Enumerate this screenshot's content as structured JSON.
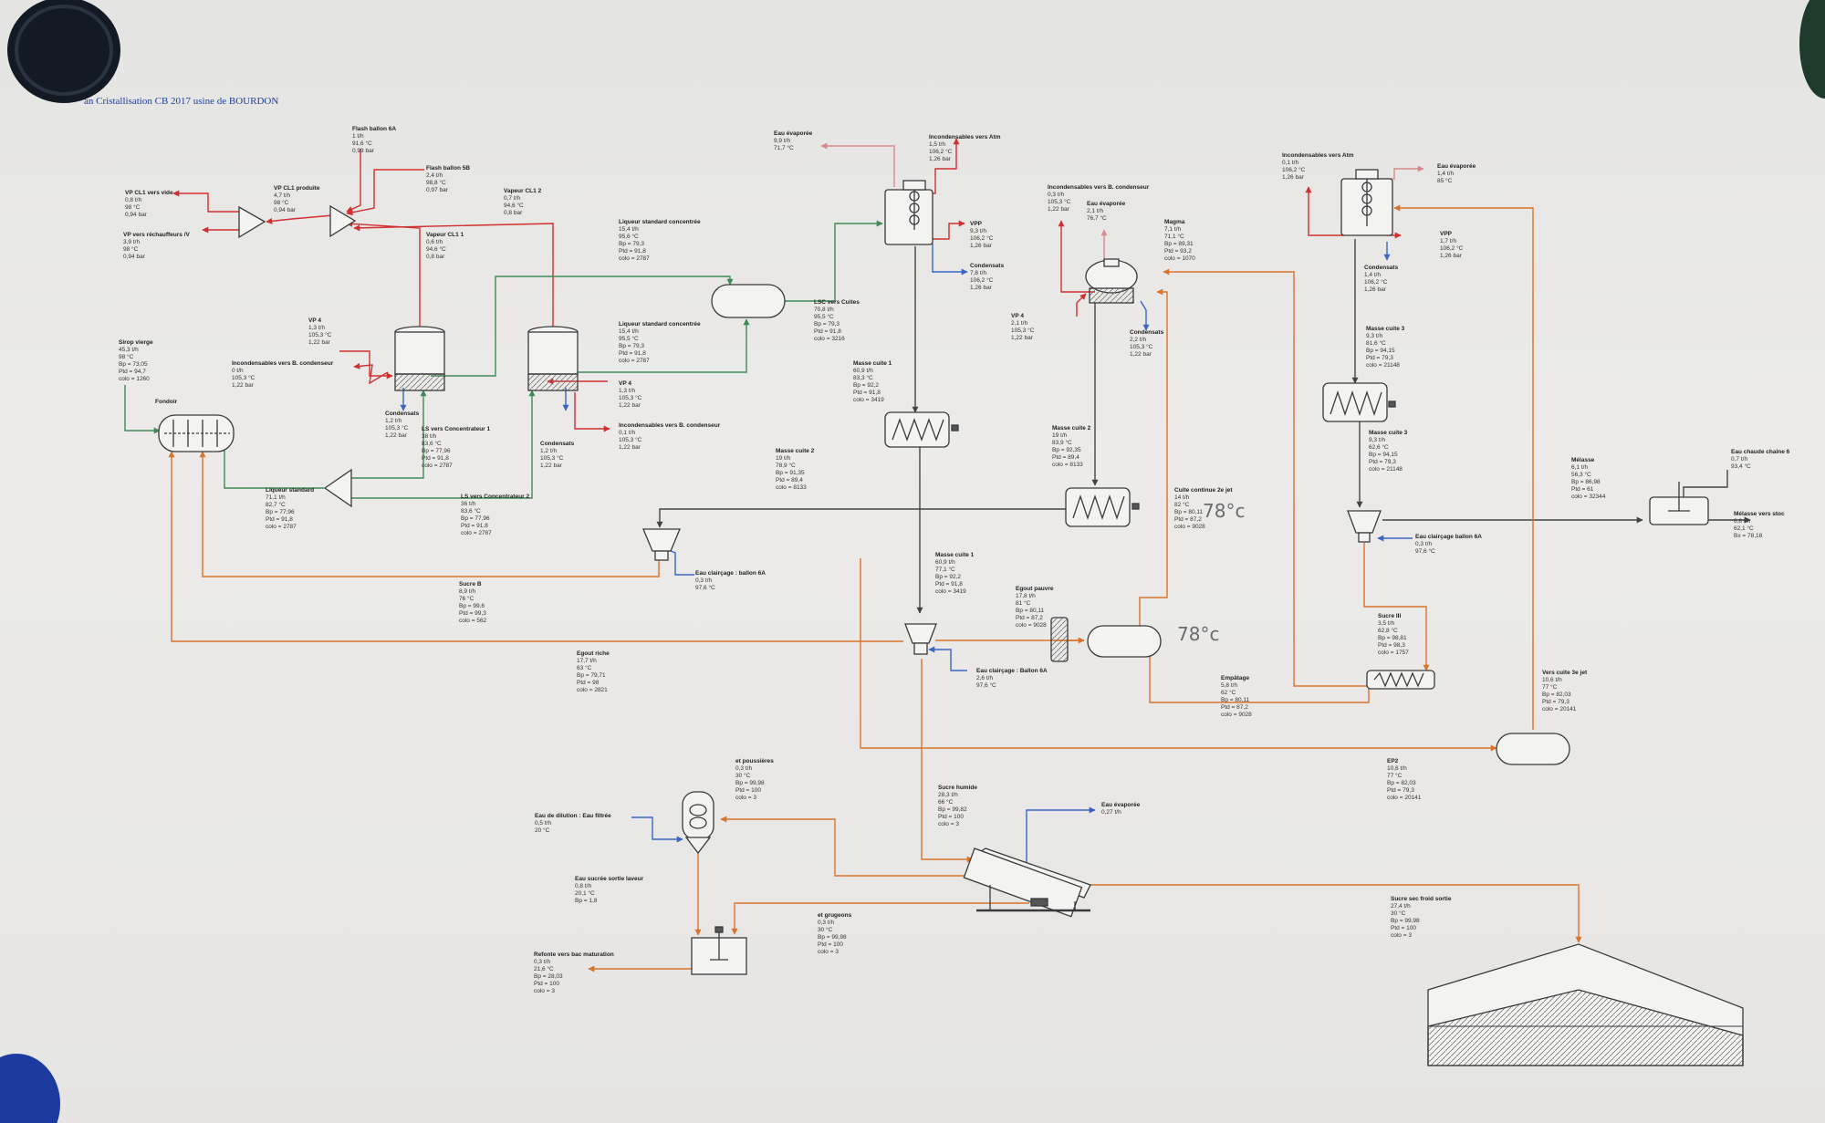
{
  "title": "an Cristallisation CB 2017 usine de BOURDON",
  "handwritten": [
    "78°c",
    "78°c"
  ],
  "colors": {
    "steam_red": "#d03030",
    "water_blue": "#3a66c4",
    "product_green": "#3f8a57",
    "syrup_orange": "#d9742c",
    "equipment": "#3a3a3a",
    "paper": "#ecebe9"
  },
  "labels": {
    "flash_6a": [
      "Flash ballon 6A",
      "1 t/h",
      "91,6 °C",
      "0,93 bar"
    ],
    "flash_5b": [
      "Flash ballon 5B",
      "2,4 t/h",
      "98,8 °C",
      "0,97 bar"
    ],
    "vp_cl1_vide": [
      "VP CL1 vers vide",
      "0,8 t/h",
      "98 °C",
      "0,94 bar"
    ],
    "vp_cl1_prod": [
      "VP CL1 produite",
      "4,7 t/h",
      "98 °C",
      "0,94 bar"
    ],
    "vp_rechauffeurs": [
      "VP vers réchauffeurs /V",
      "3,9 t/h",
      "98 °C",
      "0,94 bar"
    ],
    "vapeur_cl1_2": [
      "Vapeur CL1 2",
      "0,7 t/h",
      "94,6 °C",
      "0,8 bar"
    ],
    "vapeur_cl1_1": [
      "Vapeur CL1 1",
      "0,6 t/h",
      "94,6 °C",
      "0,8 bar"
    ],
    "liq_conc_1": [
      "Liqueur standard concentrée",
      "15,4 t/h",
      "95,6 °C",
      "Bp = 79,3",
      "Ptd = 91,8",
      "colo = 2787"
    ],
    "liq_conc_2": [
      "Liqueur standard concentrée",
      "15,4 t/h",
      "95,5 °C",
      "Bp = 79,3",
      "Ptd = 91,8",
      "colo = 2787"
    ],
    "vp4_left": [
      "VP 4",
      "1,3 t/h",
      "105,3 °C",
      "1,22 bar"
    ],
    "incond_left": [
      "Incondensables vers B. condenseur",
      "0 t/h",
      "105,3 °C",
      "1,22 bar"
    ],
    "sirop_vierge": [
      "Sirop vierge",
      "45,3 t/h",
      "98 °C",
      "Bp = 73,05",
      "Ptd = 94,7",
      "colo = 1260"
    ],
    "fondoir": [
      "Fondoir"
    ],
    "condensats_1": [
      "Condensats",
      "1,2 t/h",
      "105,3 °C",
      "1,22 bar"
    ],
    "ls_conc_1": [
      "LS vers Concentrateur 1",
      "38 t/h",
      "83,6 °C",
      "Bp = 77,96",
      "Ptd = 91,8",
      "colo = 2787"
    ],
    "condensats_2": [
      "Condensats",
      "1,2 t/h",
      "105,3 °C",
      "1,22 bar"
    ],
    "vp4_mid": [
      "VP 4",
      "1,3 t/h",
      "105,3 °C",
      "1,22 bar"
    ],
    "incond_mid": [
      "Incondensables vers B. condenseur",
      "0,1 t/h",
      "105,3 °C",
      "1,22 bar"
    ],
    "liqueur_std": [
      "Liqueur standard",
      "71,1 t/h",
      "82,7 °C",
      "Bp = 77,96",
      "Ptd = 91,8",
      "colo = 2787"
    ],
    "ls_conc_2": [
      "LS vers Concentrateur 2",
      "36 t/h",
      "83,6 °C",
      "Bp = 77,96",
      "Ptd = 91,8",
      "colo = 2787"
    ],
    "eau_evap_top": [
      "Eau évaporée",
      "9,9 t/h",
      "71,7 °C"
    ],
    "incond_atm": [
      "Incondensables vers Atm",
      "1,5 t/h",
      "106,2 °C",
      "1,26 bar"
    ],
    "vpp_1": [
      "VPP",
      "9,3 t/h",
      "106,2 °C",
      "1,26 bar"
    ],
    "condensats_3": [
      "Condensats",
      "7,8 t/h",
      "106,2 °C",
      "1,26 bar"
    ],
    "lsc_cuites": [
      "LSC vers Cuites",
      "70,8 t/h",
      "95,5 °C",
      "Bp = 79,3",
      "Ptd = 91,8",
      "colo = 3216"
    ],
    "masse_cuite_1a": [
      "Masse cuite 1",
      "60,9 t/h",
      "83,3 °C",
      "Bp = 92,2",
      "Ptd = 91,8",
      "colo = 3419"
    ],
    "masse_cuite_2a": [
      "Masse cuite 2",
      "19 t/h",
      "78,9 °C",
      "Bp = 91,35",
      "Ptd = 89,4",
      "colo = 8133"
    ],
    "incond_cond_r": [
      "Incondensables vers B. condenseur",
      "0,3 t/h",
      "105,3 °C",
      "1,22 bar"
    ],
    "eau_evap_r": [
      "Eau évaporée",
      "2,1 t/h",
      "76,7 °C"
    ],
    "magma": [
      "Magma",
      "7,1 t/h",
      "71,1 °C",
      "Bp = 89,31",
      "Ptd = 93,2",
      "colo = 1070"
    ],
    "vp4_right": [
      "VP 4",
      "2,1 t/h",
      "105,3 °C",
      "1,22 bar"
    ],
    "condensats_4": [
      "Condensats",
      "2,2 t/h",
      "105,3 °C",
      "1,22 bar"
    ],
    "masse_cuite_2b": [
      "Masse cuite 2",
      "19 t/h",
      "83,9 °C",
      "Bp = 92,35",
      "Ptd = 89,4",
      "colo = 8133"
    ],
    "incond_atm_r": [
      "Incondensables vers Atm",
      "0,1 t/h",
      "106,2 °C",
      "1,26 bar"
    ],
    "eau_evap_rr": [
      "Eau évaporée",
      "1,4 t/h",
      "85 °C"
    ],
    "condensats_5": [
      "Condensats",
      "1,4 t/h",
      "106,2 °C",
      "1,26 bar"
    ],
    "vpp_2": [
      "VPP",
      "1,7 t/h",
      "106,2 °C",
      "1,26 bar"
    ],
    "masse_cuite_3a": [
      "Masse cuite 3",
      "9,3 t/h",
      "81,6 °C",
      "Bp = 94,15",
      "Ptd = 79,3",
      "colo = 21148"
    ],
    "masse_cuite_3b": [
      "Masse cuite 3",
      "9,3 t/h",
      "62,6 °C",
      "Bp = 94,15",
      "Ptd = 79,3",
      "colo = 21148"
    ],
    "melasse": [
      "Mélasse",
      "6,1 t/h",
      "56,3 °C",
      "Bp = 86,98",
      "Ptd = 61",
      "colo = 32344"
    ],
    "eau_chaude": [
      "Eau chaude chaîne 6",
      "0,7 t/h",
      "93,4 °C"
    ],
    "melasse_stock": [
      "Mélasse vers stoc",
      "6,8 t/h",
      "62,1 °C",
      "Bx = 78,18"
    ],
    "eau_clairage_6a_l": [
      "Eau clairçage : ballon 6A",
      "0,3 t/h",
      "97,6 °C"
    ],
    "eau_clairage_6a_r": [
      "Eau clairçage ballon 6A",
      "0,3 t/h",
      "97,6 °C"
    ],
    "sucre_b": [
      "Sucre B",
      "8,9 t/h",
      "76 °C",
      "Bp = 99,6",
      "Ptd = 99,3",
      "colo = 562"
    ],
    "masse_cuite_1b": [
      "Masse cuite 1",
      "60,9 t/h",
      "77,1 °C",
      "Bp = 92,2",
      "Ptd = 91,8",
      "colo = 3419"
    ],
    "egout_pauvre": [
      "Egout pauvre",
      "17,8 t/h",
      "81 °C",
      "Bp = 80,11",
      "Ptd = 87,2",
      "colo = 9028"
    ],
    "cuite_continue": [
      "Cuite continue 2e jet",
      "14 t/h",
      "82 °C",
      "Bp = 80,11",
      "Ptd = 87,2",
      "colo = 9028"
    ],
    "egout_riche": [
      "Egout riche",
      "17,7 t/h",
      "63 °C",
      "Bp = 79,71",
      "Ptd = 98",
      "colo = 2821"
    ],
    "eau_clairage_6a_c": [
      "Eau clairçage : Ballon 6A",
      "2,6 t/h",
      "97,6 °C"
    ],
    "sucre_iii": [
      "Sucre III",
      "3,5 t/h",
      "62,8 °C",
      "Bp = 98,81",
      "Ptd = 98,3",
      "colo = 1757"
    ],
    "empatage": [
      "Empâtage",
      "5,8 t/h",
      "62 °C",
      "Bp = 80,11",
      "Ptd = 87,2",
      "colo = 9028"
    ],
    "vers_cuite_3e": [
      "Vers cuite 3e jet",
      "10,6 t/h",
      "77 °C",
      "Bp = 82,03",
      "Ptd = 79,3",
      "colo = 20141"
    ],
    "ep2": [
      "EP2",
      "10,6 t/h",
      "77 °C",
      "Bp = 82,03",
      "Ptd = 79,3",
      "colo = 20141"
    ],
    "poussieres": [
      "et poussières",
      "0,3 t/h",
      "30 °C",
      "Bp = 99,98",
      "Ptd = 100",
      "colo = 3"
    ],
    "eau_dilution": [
      "Eau de dilution : Eau filtrée",
      "0,5 t/h",
      "20 °C"
    ],
    "sucre_humide": [
      "Sucre humide",
      "28,3 t/h",
      "66 °C",
      "Bp = 99,82",
      "Ptd = 100",
      "colo = 3"
    ],
    "eau_evap_bottom": [
      "Eau évaporée",
      "0,27 t/h"
    ],
    "eau_sucree": [
      "Eau sucrée sortie laveur",
      "0,8 t/h",
      "20,1 °C",
      "Bp = 1,8"
    ],
    "grugeons": [
      "et grugeons",
      "0,3 t/h",
      "30 °C",
      "Bp = 99,98",
      "Ptd = 100",
      "colo = 3"
    ],
    "refonte": [
      "Refonte vers bac maturation",
      "0,3 t/h",
      "21,6 °C",
      "Bp = 28,03",
      "Ptd = 100",
      "colo = 3"
    ],
    "sucre_sec": [
      "Sucre sec froid sortie",
      "27,4 t/h",
      "30 °C",
      "Bp = 99,98",
      "Ptd = 100",
      "colo = 3"
    ]
  }
}
